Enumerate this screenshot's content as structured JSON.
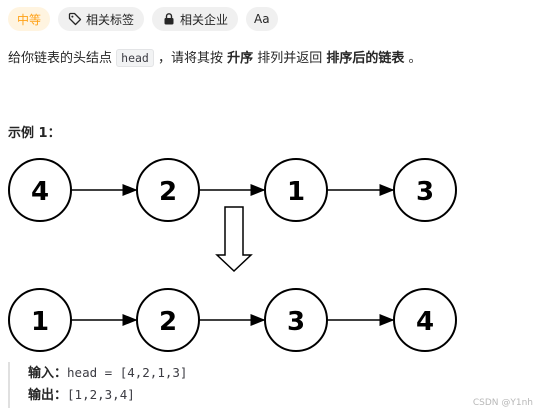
{
  "tags": {
    "difficulty": "中等",
    "related_tags": "相关标签",
    "related_companies": "相关企业",
    "language_toggle": "Aa"
  },
  "description": {
    "part1": "给你链表的头结点 ",
    "code": "head",
    "part2": " ，请将其按 ",
    "bold1": "升序",
    "part3": " 排列并返回 ",
    "bold2": "排序后的链表",
    "part4": " 。"
  },
  "example": {
    "title": "示例 1：",
    "before": [
      "4",
      "2",
      "1",
      "3"
    ],
    "after": [
      "1",
      "2",
      "3",
      "4"
    ],
    "input_label": "输入：",
    "input_value": "head = [4,2,1,3]",
    "output_label": "输出：",
    "output_value": "[1,2,3,4]"
  },
  "watermark": "CSDN @Y1nh"
}
